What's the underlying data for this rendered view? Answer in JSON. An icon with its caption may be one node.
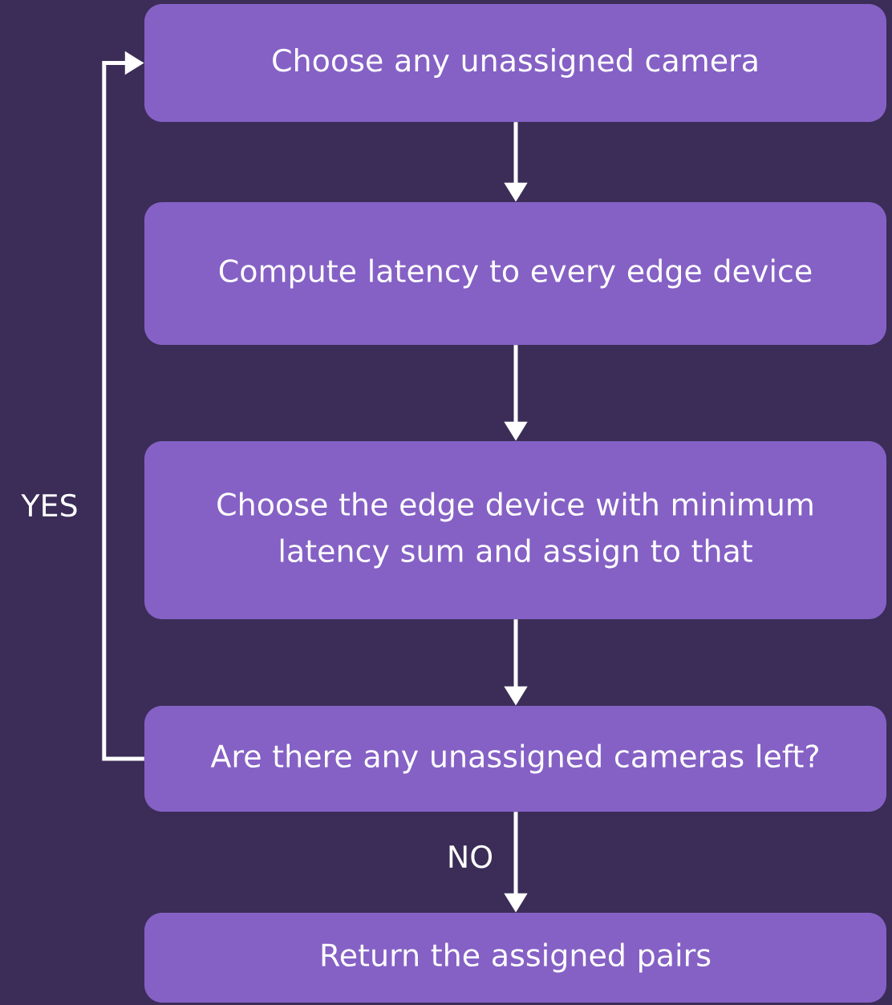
{
  "diagram": {
    "nodes": [
      {
        "text": [
          "Choose any unassigned camera"
        ]
      },
      {
        "text": [
          "Compute latency to every edge device"
        ]
      },
      {
        "text": [
          "Choose the edge device with minimum latency sum and assign to that"
        ]
      },
      {
        "text": [
          "Are there any unassigned cameras left?"
        ]
      },
      {
        "text": [
          "Return the assigned pairs"
        ]
      }
    ],
    "edges": [
      {
        "from": 0,
        "to": 1,
        "arrow": "to"
      },
      {
        "from": 1,
        "to": 2,
        "arrow": "to"
      },
      {
        "from": 2,
        "to": 3,
        "arrow": "to"
      },
      {
        "from": 3,
        "to": 4,
        "arrow": "to",
        "label": "NO"
      },
      {
        "from": 3,
        "to": 0,
        "arrow": "to",
        "label": "YES"
      }
    ]
  }
}
